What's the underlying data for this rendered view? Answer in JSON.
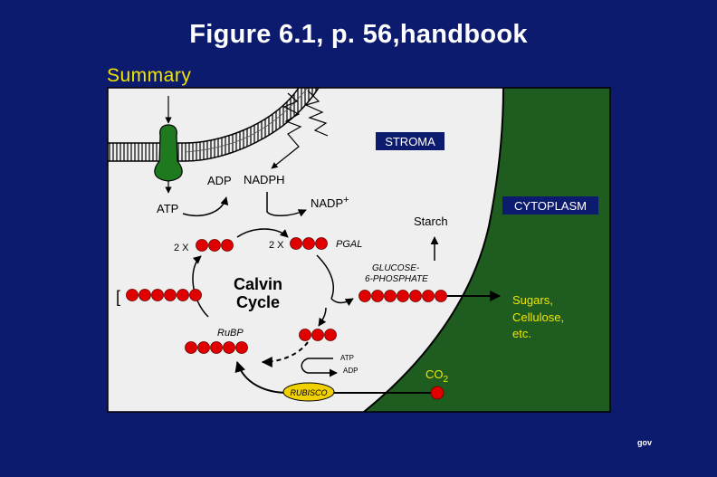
{
  "page": {
    "title": "Figure 6.1, p. 56,handbook",
    "subtitle": "Summary",
    "footer": "gov"
  },
  "diagram": {
    "labels": {
      "stroma": "STROMA",
      "cytoplasm": "CYTOPLASM",
      "adp_top": "ADP",
      "nadph": "NADPH",
      "atp_left": "ATP",
      "nadp_plus": "NADP",
      "plus": "+",
      "starch": "Starch",
      "two_x_left": "2 X",
      "two_x_mid": "2 X",
      "pgal": "PGAL",
      "glucose_line1": "GLUCOSE-",
      "glucose_line2": "6-PHOSPHATE",
      "calvin_line1": "Calvin",
      "calvin_line2": "Cycle",
      "bracket": "[",
      "rubp": "RuBP",
      "atp_small": "ATP",
      "adp_small": "ADP",
      "rubisco": "RUBISCO",
      "co2": "CO",
      "co2_sub": "2",
      "sugars_line1": "Sugars,",
      "sugars_line2": "Cellulose,",
      "sugars_line3": "etc."
    },
    "colors": {
      "background": "#0d1b6e",
      "stroma": "#efefef",
      "cytoplasm": "#1f5c1f",
      "molecule": "#e00000",
      "atp_synthase": "#1f7a1f",
      "rubisco_fill": "#f0d000",
      "title_text": "#ffffff",
      "subtitle_text": "#f2e600",
      "sugars_text": "#f2e600"
    }
  }
}
